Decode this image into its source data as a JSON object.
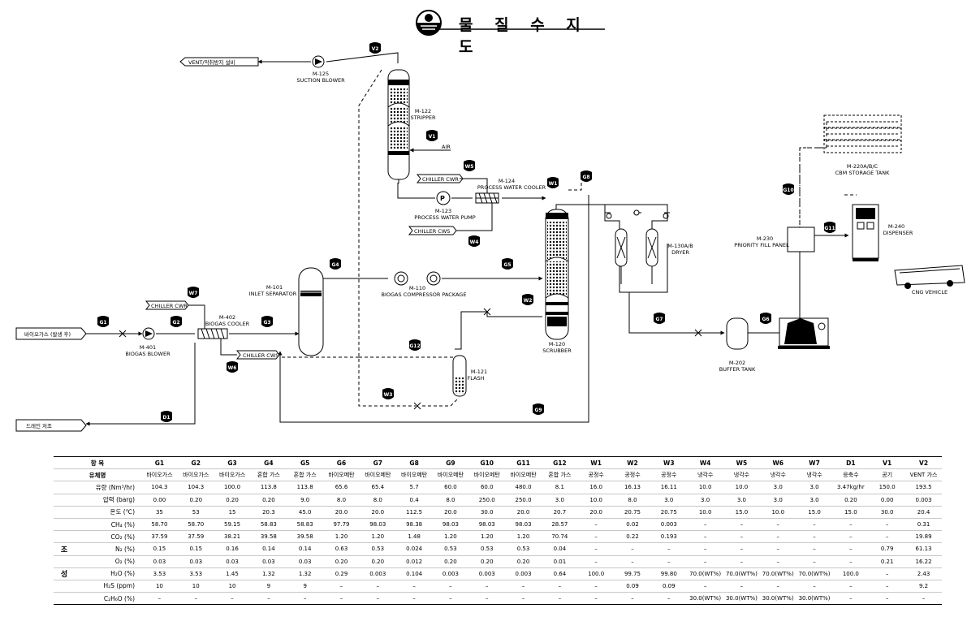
{
  "title": "물 질 수 지 도",
  "markers": [
    {
      "id": "v2",
      "label": "V2"
    },
    {
      "id": "v1",
      "label": "V1"
    },
    {
      "id": "w5",
      "label": "W5"
    },
    {
      "id": "w1",
      "label": "W1"
    },
    {
      "id": "w4",
      "label": "W4"
    },
    {
      "id": "g8",
      "label": "G8"
    },
    {
      "id": "g10",
      "label": "G10"
    },
    {
      "id": "g11",
      "label": "G11"
    },
    {
      "id": "g4",
      "label": "G4"
    },
    {
      "id": "g5",
      "label": "G5"
    },
    {
      "id": "w7",
      "label": "W7"
    },
    {
      "id": "g1",
      "label": "G1"
    },
    {
      "id": "g2",
      "label": "G2"
    },
    {
      "id": "g3",
      "label": "G3"
    },
    {
      "id": "w6",
      "label": "W6"
    },
    {
      "id": "w2",
      "label": "W2"
    },
    {
      "id": "g12",
      "label": "G12"
    },
    {
      "id": "w3",
      "label": "W3"
    },
    {
      "id": "g7",
      "label": "G7"
    },
    {
      "id": "g6",
      "label": "G6"
    },
    {
      "id": "g9",
      "label": "G9"
    },
    {
      "id": "d1",
      "label": "D1"
    }
  ],
  "equipment": {
    "m125": {
      "tag": "M-125",
      "name": "SUCTION BLOWER"
    },
    "m122": {
      "tag": "M-122",
      "name": "STRIPPER"
    },
    "m124": {
      "tag": "M-124",
      "name": "PROCESS WATER COOLER"
    },
    "m123": {
      "tag": "M-123",
      "name": "PROCESS WATER PUMP"
    },
    "m101": {
      "tag": "M-101",
      "name": "INLET SEPARATOR"
    },
    "m110": {
      "tag": "M-110",
      "name": "BIOGAS COMPRESSOR PACKAGE"
    },
    "m120": {
      "tag": "M-120",
      "name": "SCRUBBER"
    },
    "m121": {
      "tag": "M-121",
      "name": "FLASH"
    },
    "m130": {
      "tag": "M-130A/B",
      "name": "DRYER"
    },
    "m230": {
      "tag": "M-230",
      "name": "PRIORITY FILL PANEL"
    },
    "m220": {
      "tag": "M-220A/B/C",
      "name": "CBM STORAGE TANK"
    },
    "m240": {
      "tag": "M-240",
      "name": "DISPENSER"
    },
    "m202": {
      "tag": "M-202",
      "name": "BUFFER TANK"
    },
    "m401": {
      "tag": "M-401",
      "name": "BIOGAS BLOWER"
    },
    "m402": {
      "tag": "M-402",
      "name": "BIOGAS COOLER"
    },
    "cng": {
      "name": "CNG VEHICLE"
    }
  },
  "streams": {
    "vent": "VENT/악취방지 설비",
    "air": "AIR",
    "chiller_cwr": "CHILLER CWR",
    "chiller_cws": "CHILLER CWS",
    "biogas_in": "바이오가스 (발생 후)",
    "drain": "드레인 저조"
  },
  "table": {
    "columns": [
      "G1",
      "G2",
      "G3",
      "G4",
      "G5",
      "G6",
      "G7",
      "G8",
      "G9",
      "G10",
      "G11",
      "G12",
      "W1",
      "W2",
      "W3",
      "W4",
      "W5",
      "W6",
      "W7",
      "D1",
      "V1",
      "V2"
    ],
    "header_label": "항 목",
    "fluid_label": "유체명",
    "fluid": [
      "바이오가스",
      "바이오가스",
      "바이오가스",
      "혼합 가스",
      "혼합 가스",
      "바이오메탄",
      "바이오메탄",
      "바이오메탄",
      "바이오메탄",
      "바이오메탄",
      "바이오메탄",
      "혼합 가스",
      "공정수",
      "공정수",
      "공정수",
      "냉각수",
      "냉각수",
      "냉각수",
      "냉각수",
      "응축수",
      "공기",
      "VENT 가스"
    ],
    "props": [
      {
        "label": "유량   (Nm³/hr)",
        "values": [
          "104.3",
          "104.3",
          "100.0",
          "113.8",
          "113.8",
          "65.6",
          "65.4",
          "5.7",
          "60.0",
          "60.0",
          "480.0",
          "8.1",
          "16.0",
          "16.13",
          "16.11",
          "10.0",
          "10.0",
          "3.0",
          "3.0",
          "3.47kg/hr",
          "150.0",
          "193.5"
        ]
      },
      {
        "label": "압력   (barg)",
        "values": [
          "0.00",
          "0.20",
          "0.20",
          "0.20",
          "9.0",
          "8.0",
          "8.0",
          "0.4",
          "8.0",
          "250.0",
          "250.0",
          "3.0",
          "10.0",
          "8.0",
          "3.0",
          "3.0",
          "3.0",
          "3.0",
          "3.0",
          "0.20",
          "0.00",
          "0.003"
        ]
      },
      {
        "label": "온도   (℃)",
        "values": [
          "35",
          "53",
          "15",
          "20.3",
          "45.0",
          "20.0",
          "20.0",
          "112.5",
          "20.0",
          "30.0",
          "20.0",
          "20.7",
          "20.0",
          "20.75",
          "20.75",
          "10.0",
          "15.0",
          "10.0",
          "15.0",
          "15.0",
          "30.0",
          "20.4"
        ]
      }
    ],
    "composition_group": [
      "조",
      "성"
    ],
    "composition": [
      {
        "label": "CH₄   (%)",
        "values": [
          "58.70",
          "58.70",
          "59.15",
          "58.83",
          "58.83",
          "97.79",
          "98.03",
          "98.38",
          "98.03",
          "98.03",
          "98.03",
          "28.57",
          "–",
          "0.02",
          "0.003",
          "–",
          "–",
          "–",
          "–",
          "–",
          "–",
          "0.31"
        ]
      },
      {
        "label": "CO₂   (%)",
        "values": [
          "37.59",
          "37.59",
          "38.21",
          "39.58",
          "39.58",
          "1.20",
          "1.20",
          "1.48",
          "1.20",
          "1.20",
          "1.20",
          "70.74",
          "–",
          "0.22",
          "0.193",
          "–",
          "–",
          "–",
          "–",
          "–",
          "–",
          "19.89"
        ]
      },
      {
        "label": "N₂   (%)",
        "values": [
          "0.15",
          "0.15",
          "0.16",
          "0.14",
          "0.14",
          "0.63",
          "0.53",
          "0.024",
          "0.53",
          "0.53",
          "0.53",
          "0.04",
          "–",
          "–",
          "–",
          "–",
          "–",
          "–",
          "–",
          "–",
          "0.79",
          "61.13"
        ]
      },
      {
        "label": "O₂   (%)",
        "values": [
          "0.03",
          "0.03",
          "0.03",
          "0.03",
          "0.03",
          "0.20",
          "0.20",
          "0.012",
          "0.20",
          "0.20",
          "0.20",
          "0.01",
          "–",
          "–",
          "–",
          "–",
          "–",
          "–",
          "–",
          "–",
          "0.21",
          "16.22"
        ]
      },
      {
        "label": "H₂O   (%)",
        "values": [
          "3.53",
          "3.53",
          "1.45",
          "1.32",
          "1.32",
          "0.29",
          "0.003",
          "0.104",
          "0.003",
          "0.003",
          "0.003",
          "0.64",
          "100.0",
          "99.75",
          "99.80",
          "70.0(WT%)",
          "70.0(WT%)",
          "70.0(WT%)",
          "70.0(WT%)",
          "100.0",
          "–",
          "2.43"
        ]
      },
      {
        "label": "H₂S  (ppm)",
        "values": [
          "10",
          "10",
          "10",
          "9",
          "9",
          "–",
          "–",
          "–",
          "–",
          "–",
          "–",
          "–",
          "–",
          "0.09",
          "0.09",
          "–",
          "–",
          "–",
          "–",
          "–",
          "–",
          "9.2"
        ]
      },
      {
        "label": "C₂H₆O (%)",
        "values": [
          "–",
          "–",
          "–",
          "–",
          "–",
          "–",
          "–",
          "–",
          "–",
          "–",
          "–",
          "–",
          "–",
          "–",
          "–",
          "30.0(WT%)",
          "30.0(WT%)",
          "30.0(WT%)",
          "30.0(WT%)",
          "–",
          "–",
          "–"
        ]
      }
    ]
  }
}
